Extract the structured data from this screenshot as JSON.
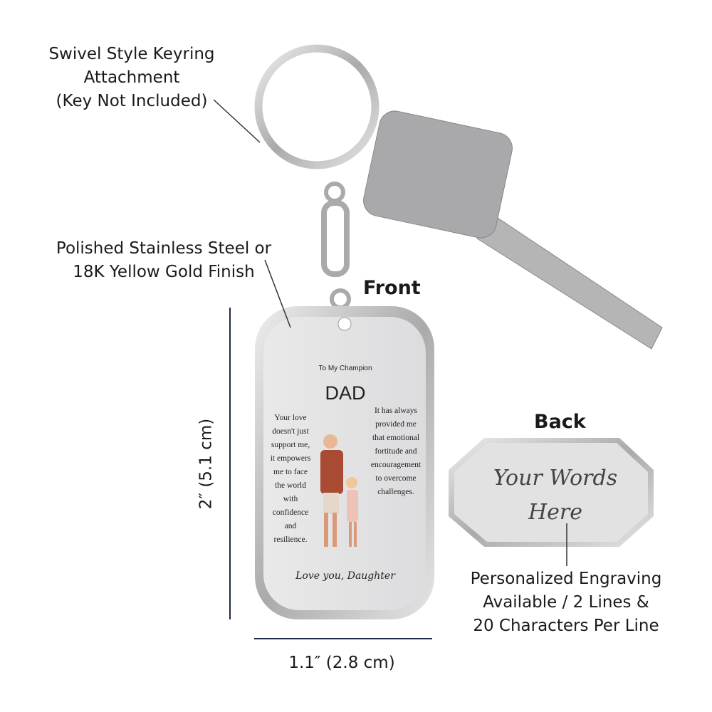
{
  "labels": {
    "keyring": [
      "Swivel Style Keyring",
      "Attachment",
      "(Key Not Included)"
    ],
    "finish": [
      "Polished Stainless Steel or",
      "18K Yellow Gold Finish"
    ],
    "front": "Front",
    "back": "Back",
    "engraving": [
      "Personalized Engraving",
      "Available / 2 Lines &",
      "20 Characters Per Line"
    ],
    "height": "2″ (5.1 cm)",
    "width": "1.1″ (2.8 cm)"
  },
  "front_tag": {
    "subtitle": "To My Champion",
    "title": "DAD",
    "left_text": "Your love doesn't just support me, it empowers me to face the world with confidence and resilience.",
    "right_text": "It has always provided me that emotional fortitude and encouragement to overcome challenges.",
    "signature": "Love you, Daughter"
  },
  "back_tag": {
    "line1": "Your Words",
    "line2": "Here"
  },
  "colors": {
    "dimension_line": "#1f2a4a",
    "steel": "#c9c9cb"
  }
}
